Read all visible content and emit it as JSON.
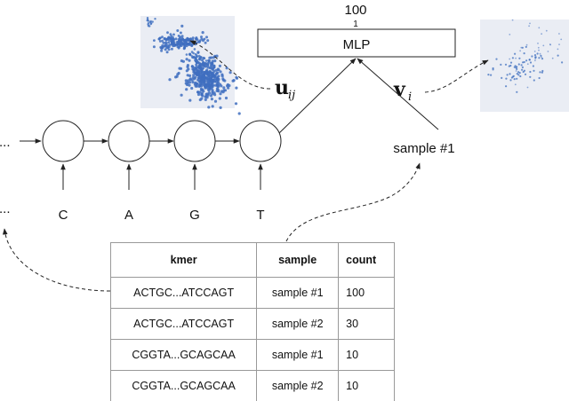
{
  "mlp": {
    "label": "MLP",
    "top_value": "100",
    "top_sub": "1"
  },
  "embeddings": {
    "u_label": "u",
    "u_sub": "ij",
    "v_label": "v",
    "v_sub": "i"
  },
  "sequence": {
    "letters": [
      "C",
      "A",
      "G",
      "T"
    ],
    "ellipsis": "..."
  },
  "sample_label": "sample #1",
  "table": {
    "headers": [
      "kmer",
      "sample",
      "count"
    ],
    "rows": [
      [
        "ACTGC...ATCCAGT",
        "sample #1",
        "100"
      ],
      [
        "ACTGC...ATCCAGT",
        "sample #2",
        "30"
      ],
      [
        "CGGTA...GCAGCAA",
        "sample #1",
        "10"
      ],
      [
        "CGGTA...GCAGCAA",
        "sample #2",
        "10"
      ]
    ]
  },
  "colors": {
    "cluster": "#3f6fbf",
    "panel_bg": "#eaedf4",
    "line": "#222222"
  }
}
